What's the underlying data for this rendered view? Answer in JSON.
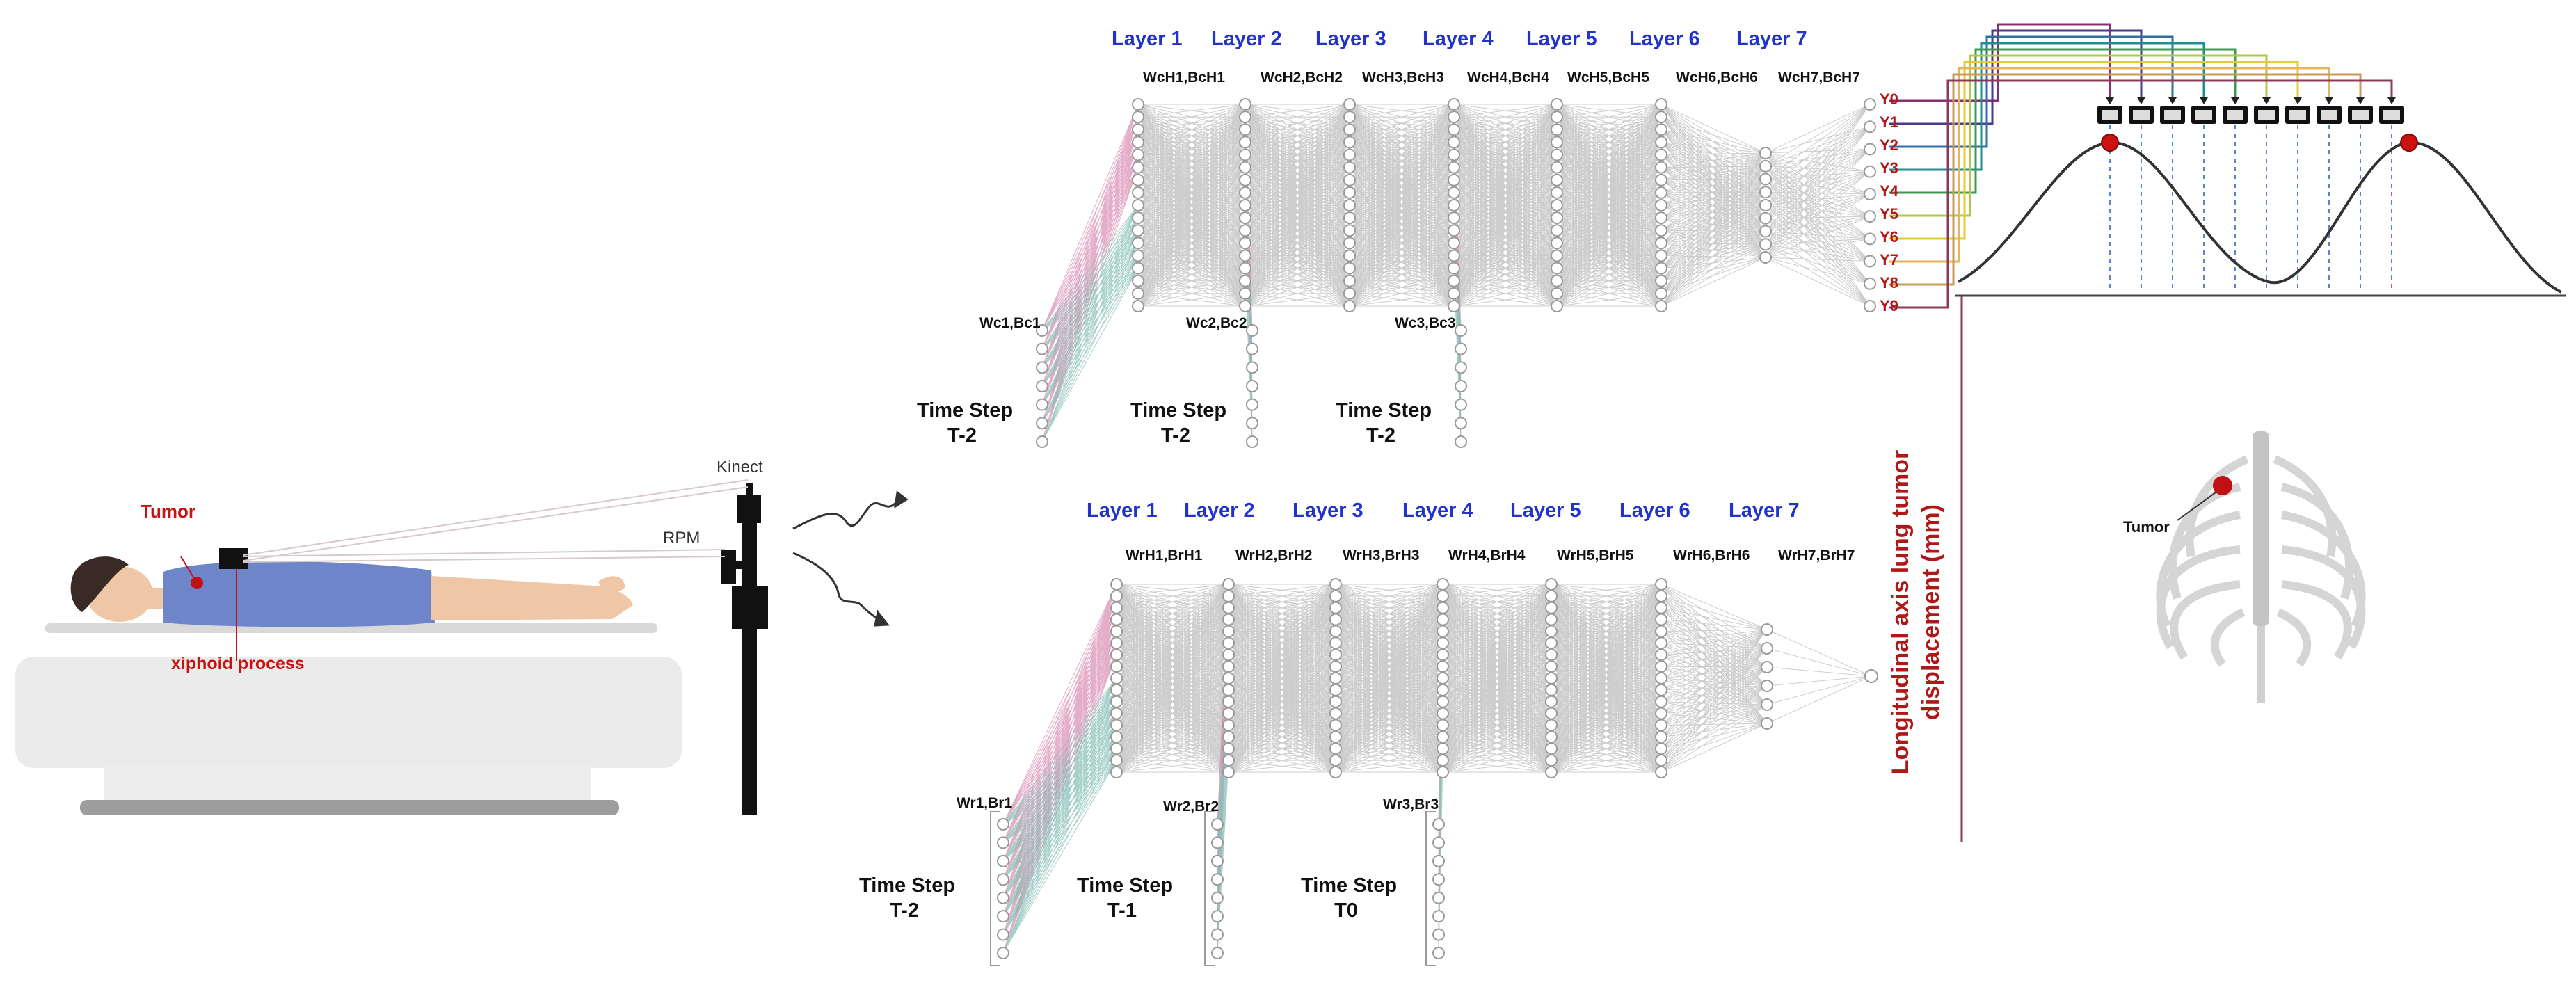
{
  "patient": {
    "tumor_label": "Tumor",
    "xiphoid_label": "xiphoid process",
    "kinect_label": "Kinect",
    "rpm_label": "RPM"
  },
  "top_network": {
    "layers": [
      "Layer 1",
      "Layer 2",
      "Layer 3",
      "Layer 4",
      "Layer 5",
      "Layer 6",
      "Layer 7"
    ],
    "hidden_params": [
      "WcH1,BcH1",
      "WcH2,BcH2",
      "WcH3,BcH3",
      "WcH4,BcH4",
      "WcH5,BcH5",
      "WcH6,BcH6",
      "WcH7,BcH7"
    ],
    "input_params": [
      "Wc1,Bc1",
      "Wc2,Bc2",
      "Wc3,Bc3"
    ],
    "time_steps": [
      {
        "line1": "Time Step",
        "line2": "T-2"
      },
      {
        "line1": "Time Step",
        "line2": "T-2"
      },
      {
        "line1": "Time Step",
        "line2": "T-2"
      }
    ],
    "outputs": [
      "Y0",
      "Y1",
      "Y2",
      "Y3",
      "Y4",
      "Y5",
      "Y6",
      "Y7",
      "Y8",
      "Y9"
    ]
  },
  "bottom_network": {
    "layers": [
      "Layer 1",
      "Layer 2",
      "Layer 3",
      "Layer 4",
      "Layer 5",
      "Layer 6",
      "Layer 7"
    ],
    "hidden_params": [
      "WrH1,BrH1",
      "WrH2,BrH2",
      "WrH3,BrH3",
      "WrH4,BrH4",
      "WrH5,BrH5",
      "WrH6,BrH6",
      "WrH7,BrH7"
    ],
    "input_params": [
      "Wr1,Br1",
      "Wr2,Br2",
      "Wr3,Br3"
    ],
    "time_steps": [
      {
        "line1": "Time Step",
        "line2": "T-2"
      },
      {
        "line1": "Time Step",
        "line2": "T-1"
      },
      {
        "line1": "Time Step",
        "line2": "T0"
      }
    ]
  },
  "waveform": {
    "axis_label_line1": "Longitudinal axis lung tumor",
    "axis_label_line2": "displacement (mm)"
  },
  "ribcage": {
    "tumor_label": "Tumor"
  },
  "colors": {
    "layer_label": "#2233cc",
    "param_text": "#111111",
    "accent_red": "#cc1111",
    "output_label": "#b01818",
    "node_stroke": "#9a9a9a",
    "edge": "#b8b8b8",
    "pink_edge": "#d98bb0",
    "teal_edge": "#7fbcb0",
    "bracket_colors": [
      "#8a2f6e",
      "#4a3a8c",
      "#2f6fa8",
      "#1e8f8f",
      "#3f9a50",
      "#b6c64a",
      "#e0cc3a",
      "#e6b45a",
      "#c89a5a",
      "#8a3a5a"
    ],
    "wave": "#333333"
  },
  "icons": [
    "bed-icon",
    "patient-icon",
    "kinect-camera-icon",
    "signal-wave-icon",
    "ribcage-icon",
    "monitor-icon"
  ]
}
